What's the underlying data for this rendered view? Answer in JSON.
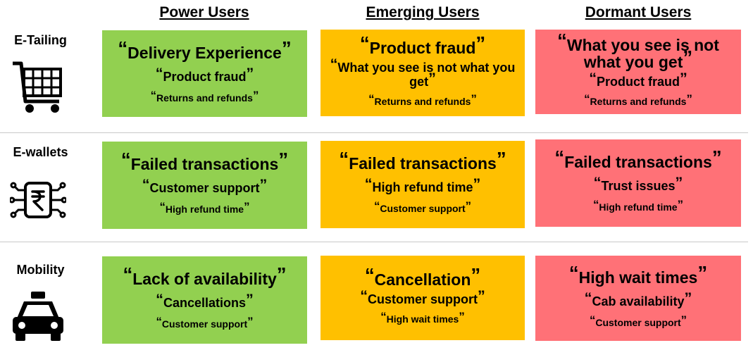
{
  "columns": [
    {
      "key": "power",
      "title": "Power Users"
    },
    {
      "key": "emerging",
      "title": "Emerging Users"
    },
    {
      "key": "dormant",
      "title": "Dormant Users"
    }
  ],
  "rows": [
    {
      "label": "E-Tailing",
      "icon": "shopping-cart-icon",
      "cells": [
        [
          "Delivery Experience",
          "Product fraud",
          "Returns and refunds"
        ],
        [
          "Product fraud",
          "What you see is not what you get",
          "Returns and refunds"
        ],
        [
          "What you see is not what you get",
          "Product fraud",
          "Returns and refunds"
        ]
      ]
    },
    {
      "label": "E-wallets",
      "icon": "rupee-chip-icon",
      "cells": [
        [
          "Failed transactions",
          "Customer support",
          "High refund time"
        ],
        [
          "Failed transactions",
          "High refund time",
          "Customer support"
        ],
        [
          "Failed transactions",
          "Trust issues",
          "High refund time"
        ]
      ]
    },
    {
      "label": "Mobility",
      "icon": "taxi-icon",
      "cells": [
        [
          "Lack of availability",
          "Cancellations",
          "Customer support"
        ],
        [
          "Cancellation",
          "Customer support",
          "High wait times"
        ],
        [
          "High wait times",
          "Cab availability",
          "Customer support"
        ]
      ]
    }
  ],
  "colors": {
    "power": "#92d050",
    "emerging": "#ffc000",
    "dormant": "#ff7177"
  }
}
